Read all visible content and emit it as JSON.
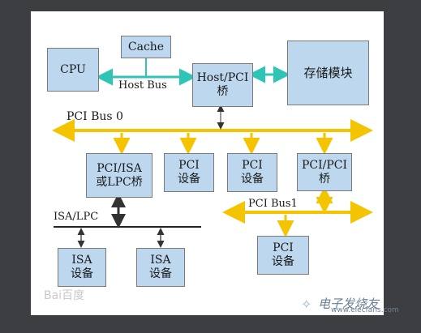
{
  "boxes": {
    "cpu": "CPU",
    "cache": "Cache",
    "host_pci_l1": "Host/PCI",
    "host_pci_l2": "桥",
    "storage": "存储模块",
    "pci_isa_l1": "PCI/ISA",
    "pci_isa_l2": "或LPC桥",
    "pci_dev_l1": "PCI",
    "pci_dev_l2": "设备",
    "pci_pci_l1": "PCI/PCI",
    "pci_pci_l2": "桥",
    "isa_dev_l1": "ISA",
    "isa_dev_l2": "设备"
  },
  "labels": {
    "host_bus": "Host Bus",
    "pci_bus_0": "PCI  Bus  0",
    "isa_lpc": "ISA/LPC",
    "pci_bus_1": "PCI Bus1"
  },
  "watermarks": {
    "baidu": "Bai百度",
    "elecfans": "电子发烧友",
    "elecfans_url": "www.elecfans.com"
  },
  "colors": {
    "pci_bus": "#f5c400",
    "host_bus": "#2ec4b6",
    "box_fill": "#bdd7ee",
    "frame": "#3d3e42"
  }
}
